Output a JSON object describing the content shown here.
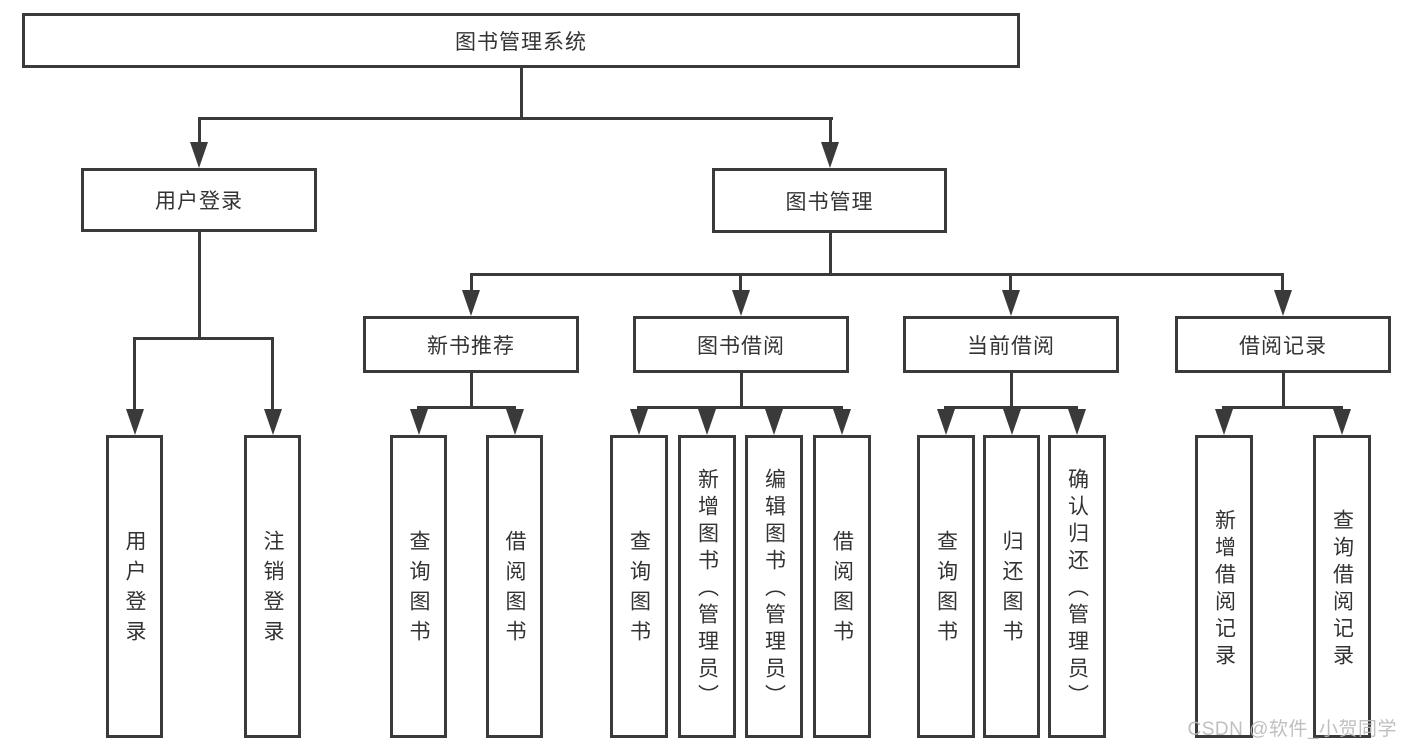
{
  "colors": {
    "line": "#3a3a3a",
    "text": "#333333",
    "watermark": "#b9b9b9",
    "background": "#ffffff"
  },
  "nodes": {
    "root": "图书管理系统",
    "user_login": "用户登录",
    "book_management": "图书管理",
    "new_book_recommend": "新书推荐",
    "book_borrowing": "图书借阅",
    "current_borrowing": "当前借阅",
    "borrowing_records": "借阅记录",
    "user_login_leaf": "用户登录",
    "logout": "注销登录",
    "query_books_1": "查询图书",
    "borrow_books_1": "借阅图书",
    "query_books_2": "查询图书",
    "add_books_admin": "新增图书（管理员）",
    "edit_books_admin": "编辑图书（管理员）",
    "borrow_books_2": "借阅图书",
    "query_books_3": "查询图书",
    "return_books": "归还图书",
    "confirm_return_admin": "确认归还（管理员）",
    "add_borrow_record": "新增借阅记录",
    "query_borrow_record": "查询借阅记录"
  },
  "watermark": "CSDN @软件_小贺同学"
}
